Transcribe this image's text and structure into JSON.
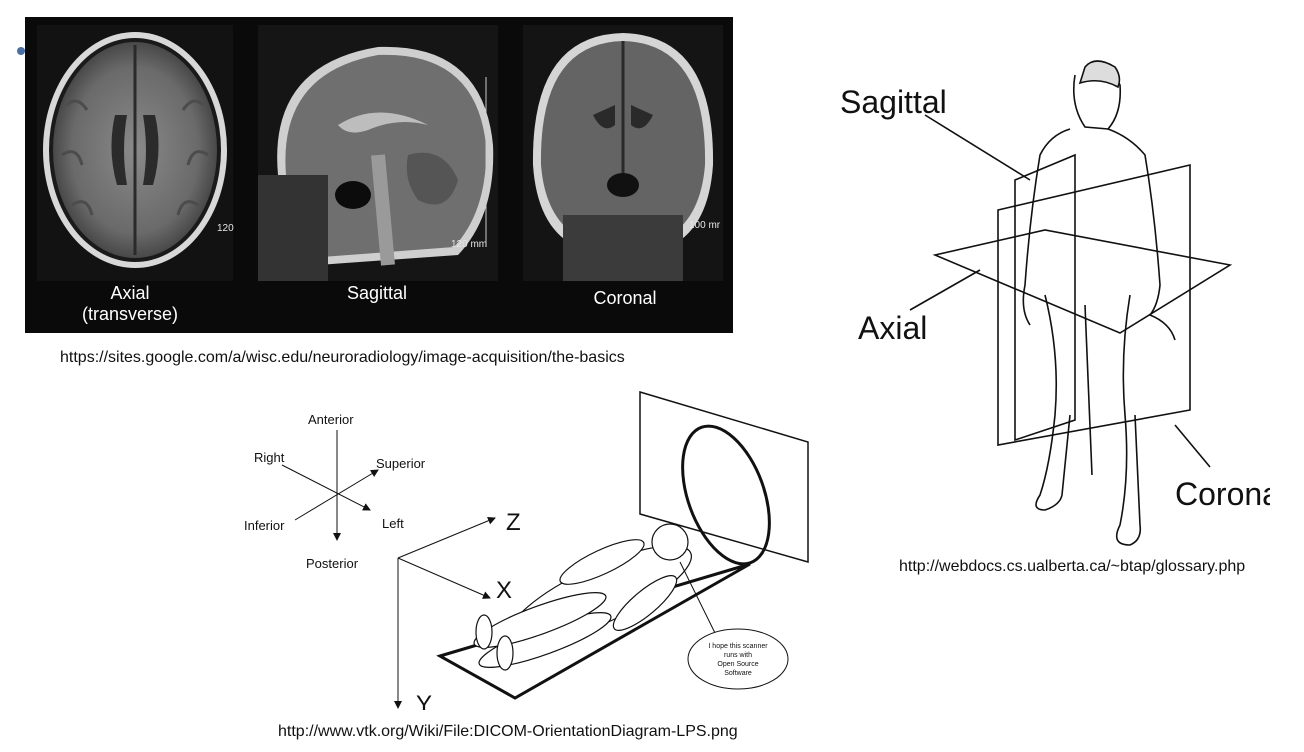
{
  "mri": {
    "axial_label_line1": "Axial",
    "axial_label_line2": "(transverse)",
    "sagittal_label": "Sagittal",
    "coronal_label": "Coronal",
    "axial_scale": "120",
    "sagittal_scale": "120 mm",
    "coronal_scale": "100 mr",
    "source_url": "https://sites.google.com/a/wisc.edu/neuroradiology/image-acquisition/the-basics"
  },
  "body_planes": {
    "sagittal": "Sagittal",
    "axial": "Axial",
    "coronal": "Coronal",
    "source_url": "http://webdocs.cs.ualberta.ca/~btap/glossary.php"
  },
  "lps": {
    "anterior": "Anterior",
    "right": "Right",
    "superior": "Superior",
    "inferior": "Inferior",
    "left": "Left",
    "posterior": "Posterior",
    "z_axis": "Z",
    "x_axis": "X",
    "y_axis": "Y",
    "speech_line1": "I hope this scanner",
    "speech_line2": "runs with",
    "speech_line3": "Open Source",
    "speech_line4": "Software",
    "source_url": "http://www.vtk.org/Wiki/File:DICOM-OrientationDiagram-LPS.png"
  }
}
